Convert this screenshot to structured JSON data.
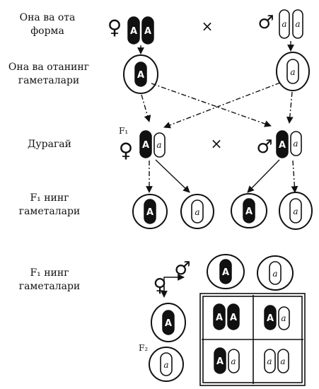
{
  "labels": {
    "parents": [
      "Она ва ота",
      "форма"
    ],
    "parent_gametes": [
      "Она ва отанинг",
      "гаметалари"
    ],
    "hybrid": "Дурагай",
    "f1_gametes": [
      "F₁ нинг",
      "гаметалари"
    ],
    "f1_gametes_punnett": [
      "F₁ нинг",
      "гаметалари"
    ]
  },
  "symbols": {
    "female": "♀",
    "male": "♂",
    "cross": "×",
    "f1_marker": "F₁",
    "f2_marker": "F₂"
  },
  "alleles": {
    "dominant": "A",
    "recessive": "a"
  }
}
